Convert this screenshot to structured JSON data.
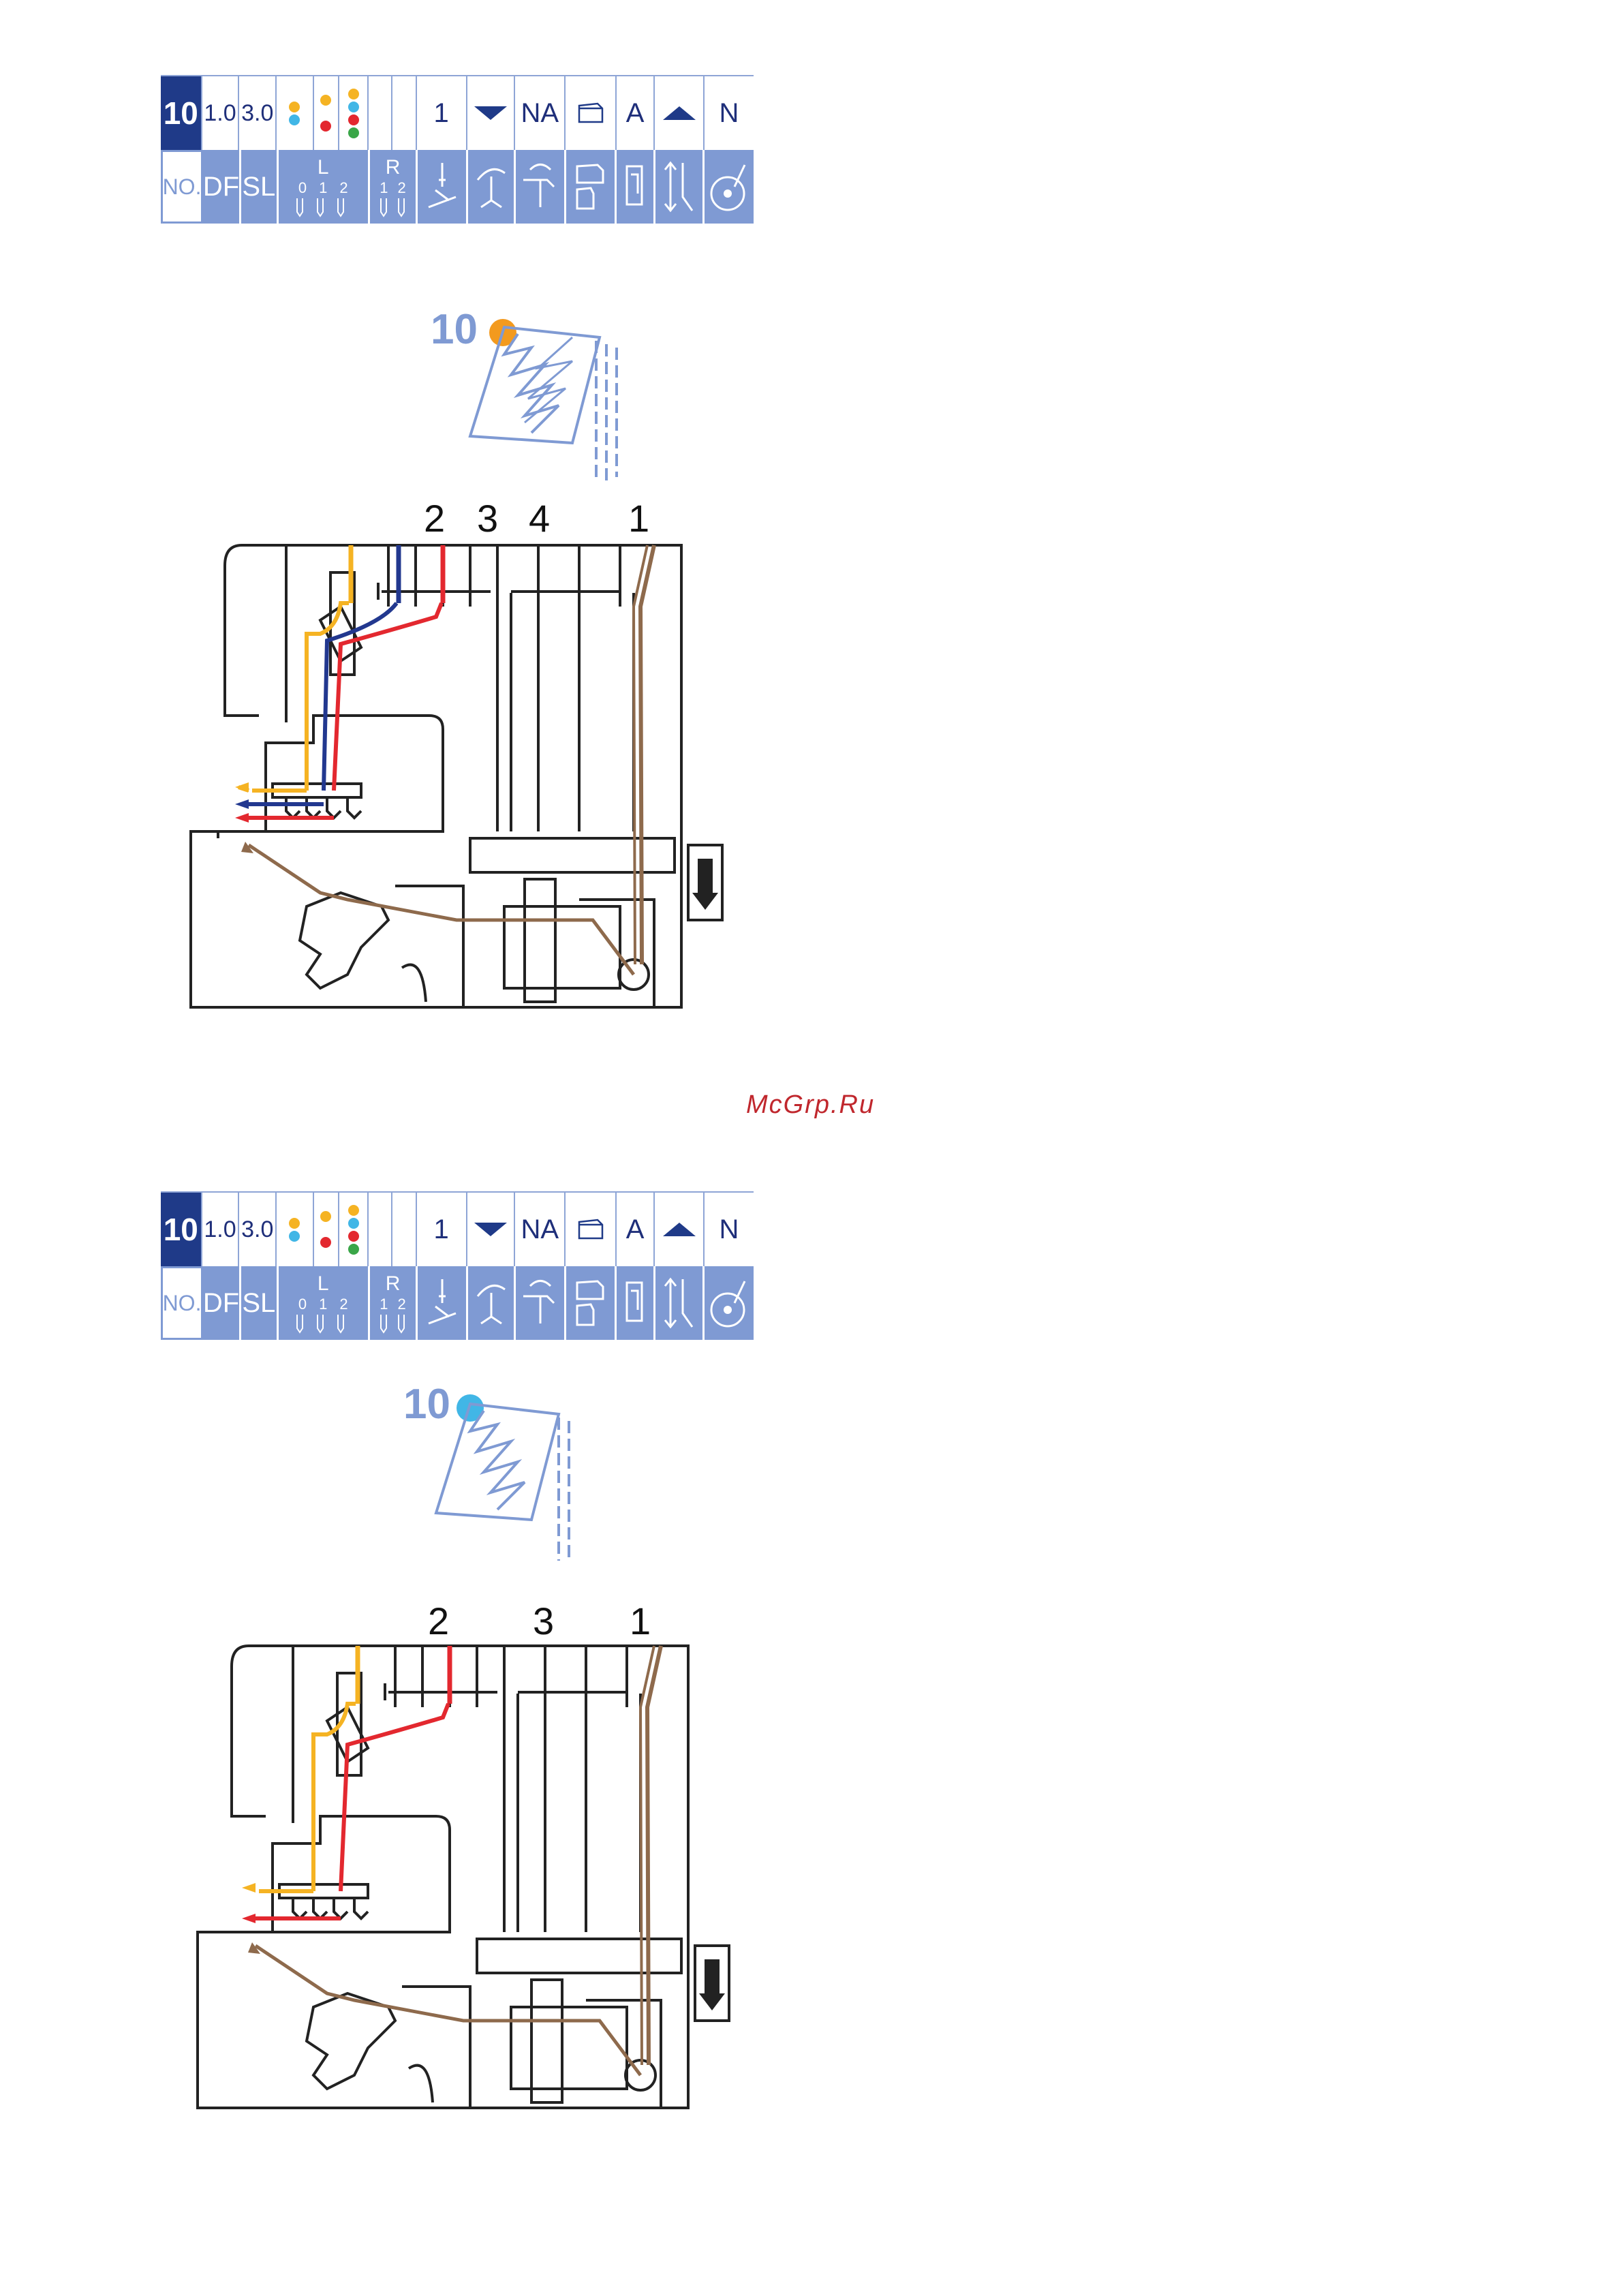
{
  "panels": [
    {
      "top": {
        "no": "10",
        "df": "1.0",
        "sl": "3.0",
        "needle_col": "1",
        "na": "NA",
        "a": "A",
        "n": "N"
      },
      "bottom": {
        "no": "NO.",
        "df": "DF",
        "sl": "SL",
        "l": "L",
        "r": "R",
        "l0": "0",
        "l1": "1",
        "l2": "2",
        "r1": "1",
        "r2": "2"
      },
      "stitch_number": "10",
      "stitch_color": "#f39a1e",
      "thread_labels": [
        "2",
        "3",
        "4",
        "1"
      ]
    },
    {
      "top": {
        "no": "10",
        "df": "1.0",
        "sl": "3.0",
        "needle_col": "1",
        "na": "NA",
        "a": "A",
        "n": "N"
      },
      "bottom": {
        "no": "NO.",
        "df": "DF",
        "sl": "SL",
        "l": "L",
        "r": "R",
        "l0": "0",
        "l1": "1",
        "l2": "2",
        "r1": "1",
        "r2": "2"
      },
      "stitch_number": "10",
      "stitch_color": "#41b6e6",
      "thread_labels": [
        "2",
        "3",
        "1"
      ]
    }
  ],
  "watermark": "McGrp.Ru",
  "colors": {
    "yellow": "#f5b323",
    "blue": "#22388f",
    "red": "#e3282f",
    "brown": "#8e6a4c",
    "panel_blue": "#7f9ad3",
    "dark_blue": "#1f3a88",
    "orange": "#f39a1e",
    "cyan": "#41b6e6",
    "green": "#3aa648"
  },
  "icons": [
    "needle-plate-icon",
    "thread-path-icon",
    "lever-icon",
    "foot-icon",
    "knife-icon",
    "height-icon",
    "handwheel-icon"
  ]
}
